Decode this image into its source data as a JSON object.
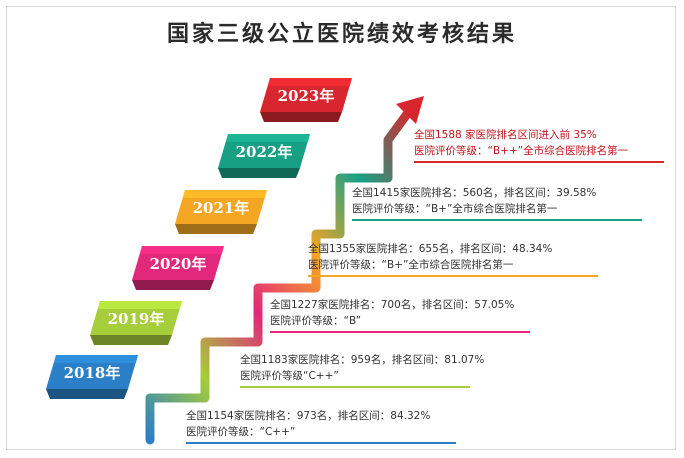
{
  "title": "国家三级公立医院绩效考核结果",
  "steps": [
    {
      "year": "2018年",
      "color": "#2a7fc6",
      "line1": "全国1154家医院排名：973名，排名区间：84.32%",
      "line2": "医院评价等级：“C++”"
    },
    {
      "year": "2019年",
      "color": "#a6cd3a",
      "line1": "全国1183家医院排名：959名，排名区间：81.07%",
      "line2": "医院评价等级“C++”"
    },
    {
      "year": "2020年",
      "color": "#e2287a",
      "line1": "全国1227家医院排名：700名，排名区间：57.05%",
      "line2": "医院评价等级：“B”"
    },
    {
      "year": "2021年",
      "color": "#f5a623",
      "line1": "全国1355家医院排名：655名，排名区间：48.34%",
      "line2": "医院评价等级：“B+”全市综合医院排名第一"
    },
    {
      "year": "2022年",
      "color": "#18a085",
      "line1": "全国1415家医院排名：560名，排名区间：39.58%",
      "line2": "医院评价等级：“B+”全市综合医院排名第一"
    },
    {
      "year": "2023年",
      "color": "#d7262e",
      "line1": "全国1588 家医院排名区间进入前 35%",
      "line2": "医院评价等级：“B++”全市综合医院排名第一"
    }
  ]
}
